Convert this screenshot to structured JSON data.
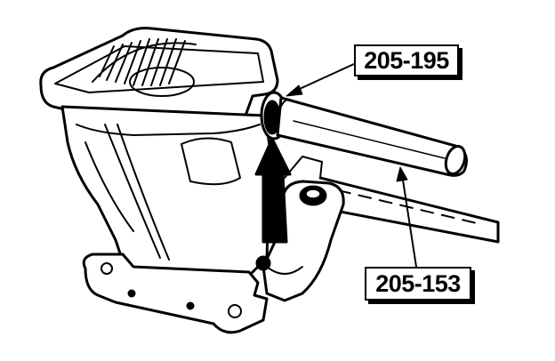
{
  "diagram": {
    "labels": {
      "tool_195": "205-195",
      "tool_153": "205-153"
    },
    "icons": {
      "main_subject": "differential-housing-illustration",
      "installer_tool": "seal-installer-tube",
      "arrow": "direction-arrow"
    },
    "colors": {
      "ink": "#000000",
      "paper": "#ffffff"
    }
  }
}
